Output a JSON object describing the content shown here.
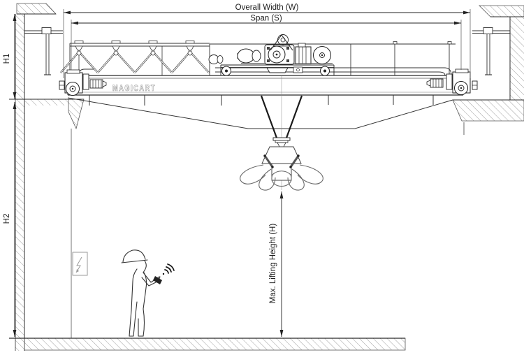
{
  "diagram": {
    "type": "overhead-bridge-crane-technical-drawing",
    "brand": "MAGICART",
    "labels": {
      "overall_width": "Overall Width (W)",
      "span": "Span (S)",
      "h1": "H1",
      "h2": "H2",
      "max_lifting_height": "Max. Lifting Height (H)"
    },
    "icons": [
      "wifi-icon",
      "lightning-icon"
    ],
    "colors": {
      "line": "#2b2b2b",
      "hatch": "#777777",
      "light_line": "#8a8a8a",
      "background": "#ffffff",
      "dark_fill": "#222222"
    }
  }
}
